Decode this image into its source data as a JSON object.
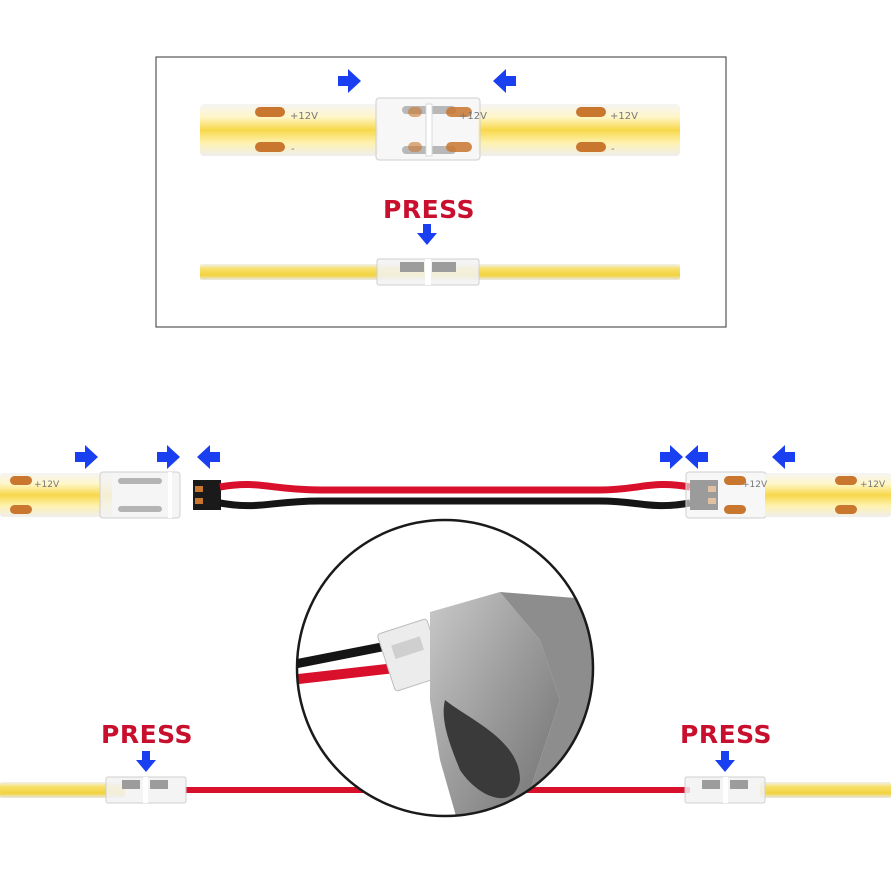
{
  "labels": {
    "press_top": "PRESS",
    "press_left": "PRESS",
    "press_right": "PRESS",
    "voltage": "+12V",
    "minus": "-"
  },
  "colors": {
    "arrow": "#1a3ff0",
    "press_text": "#c8102e",
    "strip_yellow": "#f7d84a",
    "wire_red": "#d8102c",
    "wire_black": "#151515",
    "pad_copper": "#c9762f",
    "frame": "#333333"
  },
  "icons": [
    "arrow-right-icon",
    "arrow-left-icon",
    "arrow-down-icon",
    "press-tool-icon"
  ]
}
